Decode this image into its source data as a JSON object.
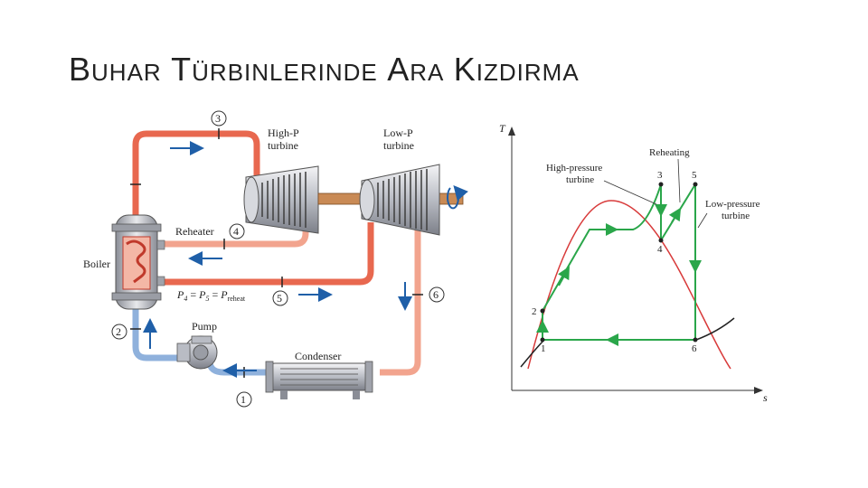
{
  "title": {
    "w1_cap": "B",
    "w1_rest": "UHAR",
    "w2_cap": "T",
    "w2_rest": "ÜRBINLERINDE",
    "w3_cap": "A",
    "w3_rest": "RA",
    "w4_cap": "K",
    "w4_rest": "IZDIRMA"
  },
  "schematic": {
    "high_p_turbine": [
      "High-P",
      "turbine"
    ],
    "low_p_turbine": [
      "Low-P",
      "turbine"
    ],
    "boiler": "Boiler",
    "reheater": "Reheater",
    "pump": "Pump",
    "condenser": "Condenser",
    "pressure_eq": {
      "p4": "P",
      "sub4": "4",
      "eq1": " = ",
      "p5": "P",
      "sub5": "5",
      "eq2": " = ",
      "pr": "P",
      "subr": "reheat"
    },
    "states": [
      "1",
      "2",
      "3",
      "4",
      "5",
      "6"
    ],
    "colors": {
      "hot_pipe": "#e8684f",
      "warm_pipe": "#f2a48e",
      "cold_pipe": "#8fb1dc",
      "arrow": "#1f5fa8"
    }
  },
  "ts_diagram": {
    "y_axis": "T",
    "x_axis": "s",
    "labels": {
      "hp_turbine": [
        "High-pressure",
        "turbine"
      ],
      "reheating": "Reheating",
      "lp_turbine": [
        "Low-pressure",
        "turbine"
      ]
    },
    "states": [
      "1",
      "2",
      "3",
      "4",
      "5",
      "6"
    ],
    "colors": {
      "cycle": "#2aa64a",
      "dome": "#d83a3a",
      "isobar": "#222222"
    }
  }
}
